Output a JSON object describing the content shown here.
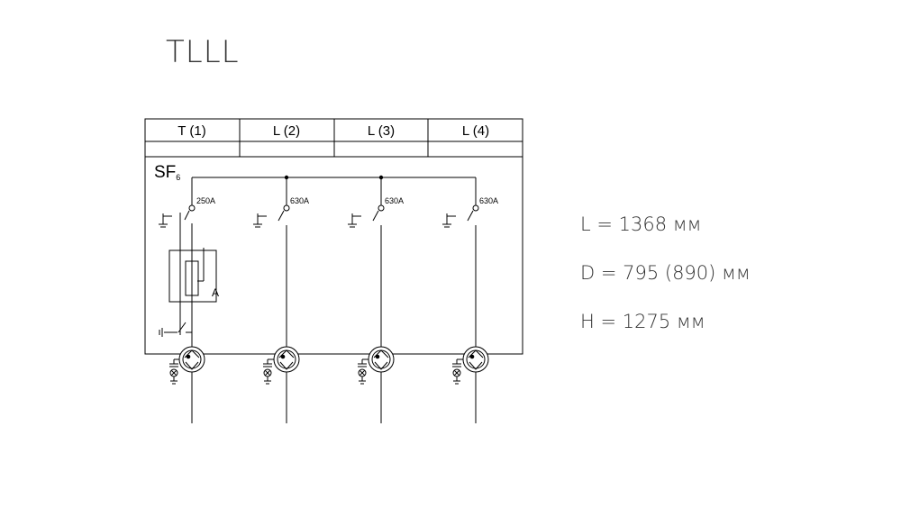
{
  "title": "TLLL",
  "panels": [
    {
      "label": "T (1)",
      "rating": "250A"
    },
    {
      "label": "L (2)",
      "rating": "630A"
    },
    {
      "label": "L (3)",
      "rating": "630A"
    },
    {
      "label": "L (4)",
      "rating": "630A"
    }
  ],
  "gas": {
    "main": "SF",
    "sub": "6"
  },
  "fuse_label": "A",
  "dimensions": {
    "length": "L = 1368 мм",
    "depth": "D = 795 (890) мм",
    "height": "H = 1275 мм"
  }
}
